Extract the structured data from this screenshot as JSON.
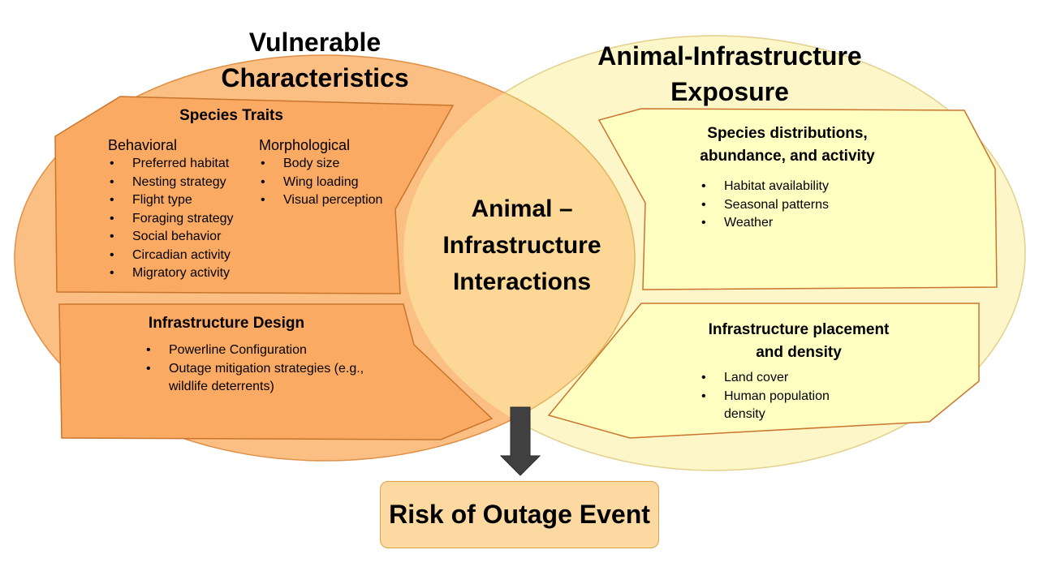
{
  "colors": {
    "left_ellipse": "#fbbf84",
    "right_ellipse": "#fdf6c8",
    "overlap": "#fcd796",
    "orange_box": "#fbaa63",
    "yellow_box": "#ffffc1",
    "arrow": "#404040",
    "risk_box": "#fbd9a1"
  },
  "left": {
    "title": "Vulnerable Characteristics",
    "species_traits": {
      "title": "Species Traits",
      "behavioral": {
        "heading": "Behavioral",
        "items": [
          "Preferred habitat",
          "Nesting strategy",
          "Flight type",
          "Foraging strategy",
          "Social behavior",
          "Circadian activity",
          "Migratory activity"
        ]
      },
      "morphological": {
        "heading": "Morphological",
        "items": [
          "Body size",
          "Wing loading",
          "Visual perception"
        ]
      }
    },
    "infrastructure_design": {
      "title": "Infrastructure Design",
      "items": [
        "Powerline Configuration",
        "Outage mitigation strategies (e.g., wildlife deterrents)"
      ]
    }
  },
  "center": {
    "title": "Animal – Infrastructure Interactions"
  },
  "right": {
    "title": "Animal-Infrastructure Exposure",
    "species_distributions": {
      "title": "Species distributions, abundance, and activity",
      "items": [
        "Habitat availability",
        "Seasonal patterns",
        "Weather"
      ]
    },
    "infrastructure_placement": {
      "title": "Infrastructure placement and density",
      "items": [
        "Land cover",
        "Human population density"
      ]
    }
  },
  "outcome": {
    "label": "Risk of Outage Event"
  }
}
